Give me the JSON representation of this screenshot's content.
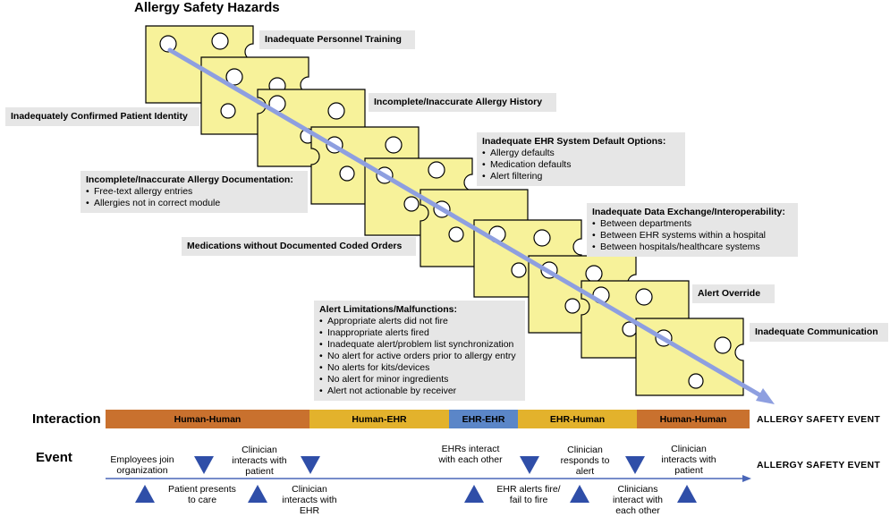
{
  "title": "Allergy Safety Hazards",
  "hazards": {
    "personnel_training": "Inadequate Personnel Training",
    "patient_identity": "Inadequately Confirmed Patient Identity",
    "allergy_history": "Incomplete/Inaccurate Allergy History",
    "ehr_defaults": {
      "heading": "Inadequate EHR  System Default Options:",
      "items": [
        "Allergy defaults",
        "Medication defaults",
        "Alert filtering"
      ]
    },
    "allergy_documentation": {
      "heading": "Incomplete/Inaccurate Allergy Documentation:",
      "items": [
        "Free-text allergy entries",
        "Allergies not in correct module"
      ]
    },
    "data_exchange": {
      "heading": "Inadequate Data Exchange/Interoperability:",
      "items": [
        "Between departments",
        "Between EHR systems within a hospital",
        "Between hospitals/healthcare systems"
      ]
    },
    "coded_orders": "Medications without Documented Coded Orders",
    "alert_limitations": {
      "heading": "Alert Limitations/Malfunctions:",
      "items": [
        "Appropriate alerts did not fire",
        "Inappropriate  alerts fired",
        "Inadequate alert/problem list synchronization",
        "No alert for active orders prior to allergy entry",
        "No alerts for kits/devices",
        "No alert for minor ingredients",
        "Alert not actionable by receiver"
      ]
    },
    "alert_override": "Alert Override",
    "communication": "Inadequate Communication"
  },
  "interaction": {
    "label": "Interaction",
    "segments": [
      {
        "label": "Human-Human",
        "color": "#c9712e"
      },
      {
        "label": "Human-EHR",
        "color": "#e3b22c"
      },
      {
        "label": "EHR-EHR",
        "color": "#5b86c8"
      },
      {
        "label": "EHR-Human",
        "color": "#e3b22c"
      },
      {
        "label": "Human-Human",
        "color": "#c9712e"
      }
    ],
    "end_label": "ALLERGY SAFETY EVENT"
  },
  "event": {
    "label": "Event",
    "end_label": "ALLERGY SAFETY EVENT",
    "items": [
      "Employees join organization",
      "Patient presents to care",
      "Clinician interacts with patient",
      "Clinician interacts with EHR",
      "EHRs interact with each other",
      "EHR alerts fire/ fail to fire",
      "Clinician responds to alert",
      "Clinicians interact with each other",
      "Clinician interacts with patient"
    ]
  },
  "colors": {
    "cheese_fill": "#f7f29a",
    "cheese_stroke": "#000000",
    "arrow": "#8e9fe0",
    "timeline": "#4a66b8",
    "triangle": "#2f4ea8",
    "box_bg": "#e6e6e6"
  }
}
